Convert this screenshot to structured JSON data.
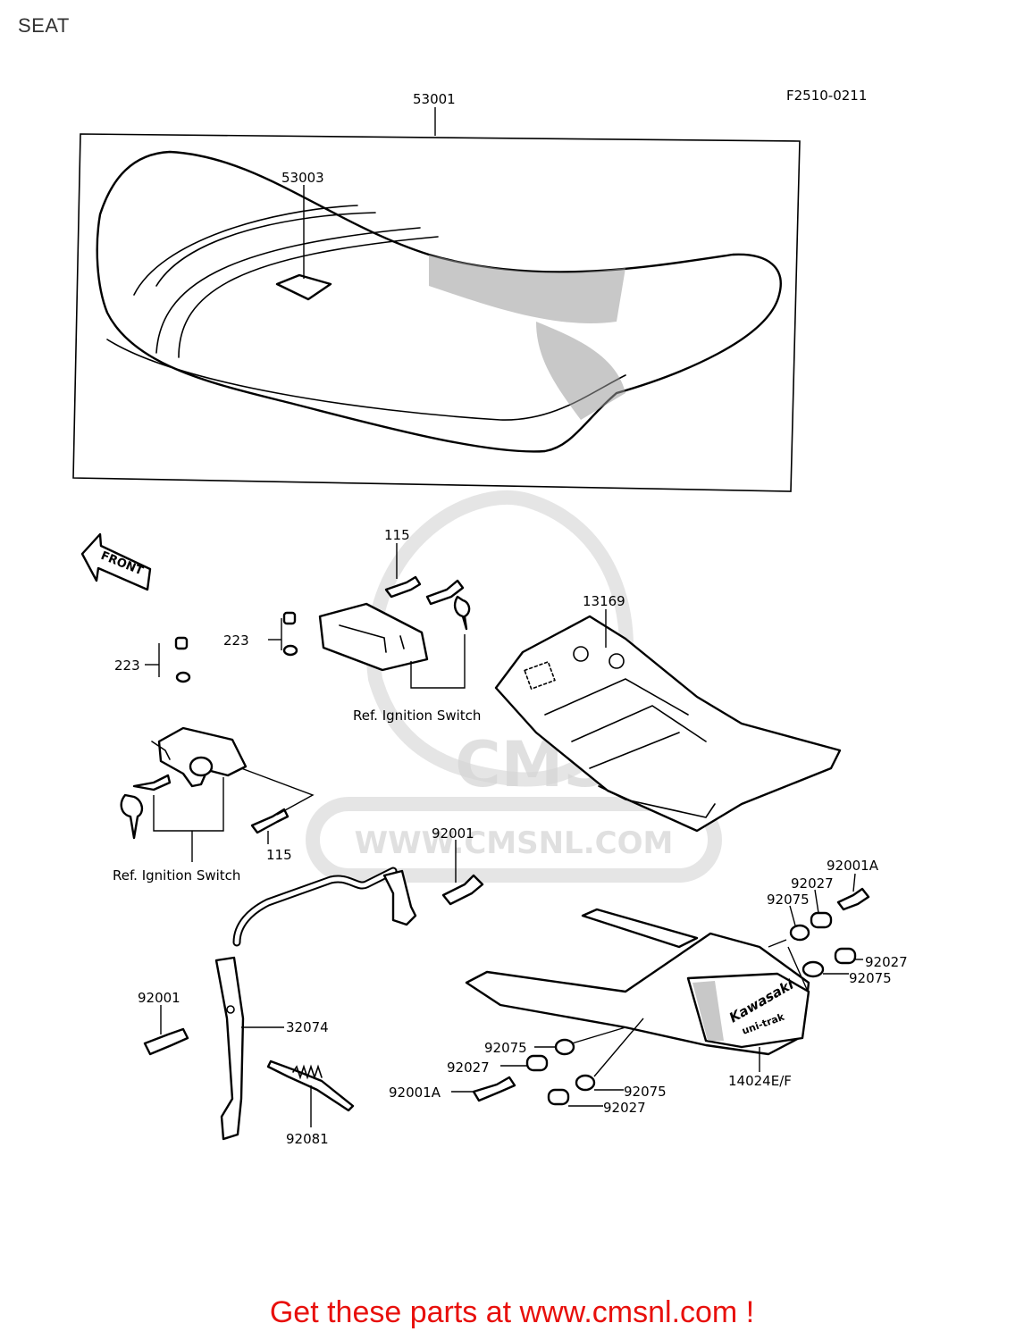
{
  "page": {
    "title": "SEAT"
  },
  "diagram": {
    "figure_code": "F2510-0211",
    "front_label": "FRONT",
    "watermark": {
      "logo": "CMS",
      "url": "WWW.CMSNL.COM"
    },
    "callouts": {
      "seat": "53001",
      "emblem": "53003",
      "tray": "13169",
      "bolt_top": "115",
      "bolt_left": "115",
      "screw_right": "223",
      "screw_left": "223",
      "ref_ignition_right": "Ref. Ignition Switch",
      "ref_ignition_left": "Ref. Ignition Switch",
      "bolt_bar": "92001",
      "bolt_hook": "92001",
      "hook": "32074",
      "spring": "92081",
      "grab_rail": "14024E/F",
      "bolt_a_top": "92001A",
      "collar_top": "92027",
      "bush_top": "92075",
      "collar_right": "92027",
      "bush_right": "92075",
      "bush_left": "92075",
      "collar_left": "92027",
      "bolt_a_left": "92001A",
      "bush_bottom": "92075",
      "collar_bottom": "92027"
    },
    "rail_brand": "Kawasaki",
    "rail_model": "uni-trak"
  },
  "footer": {
    "cta": "Get these parts at www.cmsnl.com !"
  },
  "colors": {
    "cta": "#e8100c",
    "line": "#000000",
    "watermark": "#cfcfcf"
  }
}
